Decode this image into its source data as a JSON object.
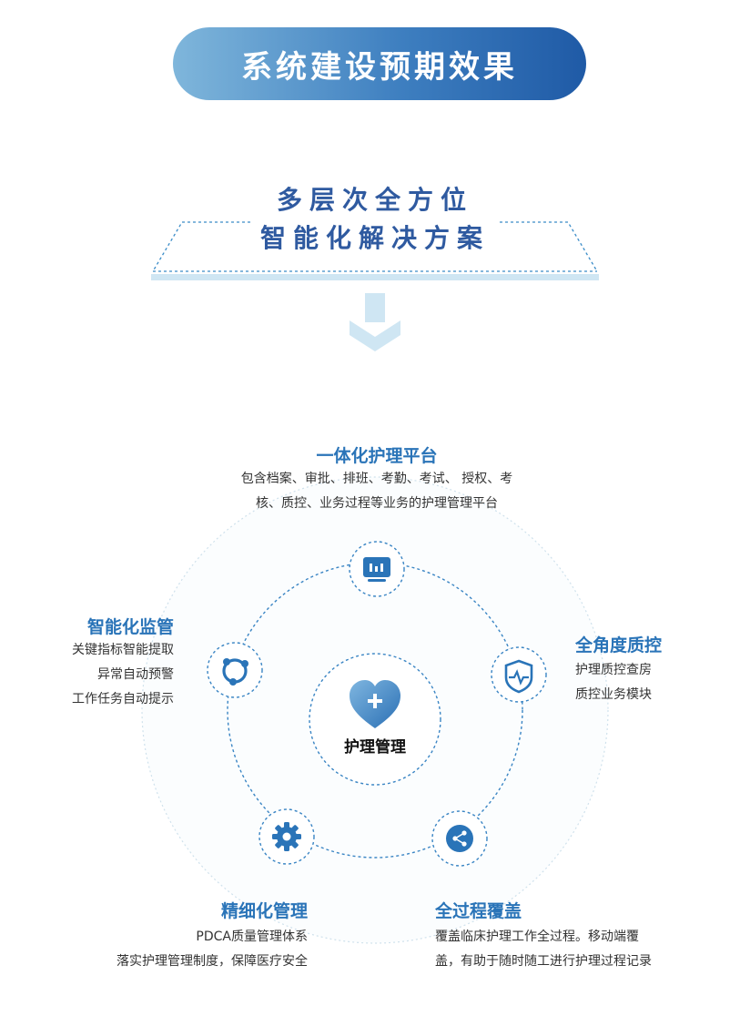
{
  "header": {
    "title": "系统建设预期效果"
  },
  "banner": {
    "line1": "多层次全方位",
    "line2": "智能化解决方案"
  },
  "center": {
    "label": "护理管理"
  },
  "nodes": [
    {
      "title": "一体化护理平台",
      "lines": [
        "包含档案、审批、排班、考勤、考试、 授权、考",
        "核、质控、业务过程等业务的护理管理平台"
      ],
      "icon": "monitor-icon"
    },
    {
      "title": "全角度质控",
      "lines": [
        "护理质控查房",
        "质控业务模块"
      ],
      "icon": "shield-pulse-icon"
    },
    {
      "title": "全过程覆盖",
      "lines": [
        "覆盖临床护理工作全过程。移动端覆",
        "盖，有助于随时随工进行护理过程记录"
      ],
      "icon": "share-icon"
    },
    {
      "title": "精细化管理",
      "lines": [
        "PDCA质量管理体系",
        "落实护理管理制度，保障医疗安全"
      ],
      "icon": "gear-icon"
    },
    {
      "title": "智能化监管",
      "lines": [
        "关键指标智能提取",
        "异常自动预警",
        "工作任务自动提示"
      ],
      "icon": "cycle-icon"
    }
  ],
  "colors": {
    "primary": "#2a74b8",
    "navy": "#2f5aa0",
    "light": "#cfe6f3"
  }
}
